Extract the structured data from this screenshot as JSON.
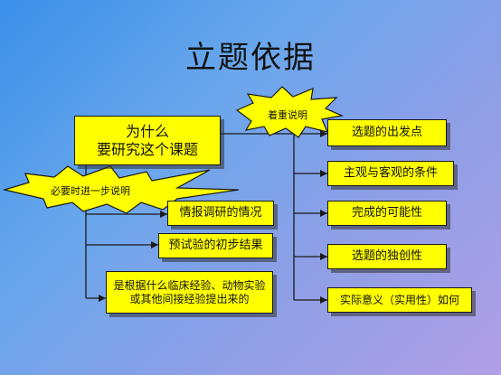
{
  "title": "立题依据",
  "central": {
    "line1": "为什么",
    "line2": "要研究这个课题"
  },
  "callouts": {
    "emphasis": "着重说明",
    "further": "必要时进一步说明"
  },
  "left_items": [
    {
      "label": "情报调研的情况"
    },
    {
      "label": "预试验的初步结果"
    },
    {
      "line1": "是根据什么临床经验、动物实验",
      "line2": "或其他间接经验提出来的"
    }
  ],
  "right_items": [
    {
      "label": "选题的出发点"
    },
    {
      "label": "主观与客观的条件"
    },
    {
      "label": "完成的可能性"
    },
    {
      "label": "选题的独创性"
    },
    {
      "label": "实际意义（实用性）如何"
    }
  ],
  "colors": {
    "box_fill": "#ffff00",
    "burst_fill": "#ffff00",
    "line": "#1a1a1a"
  }
}
